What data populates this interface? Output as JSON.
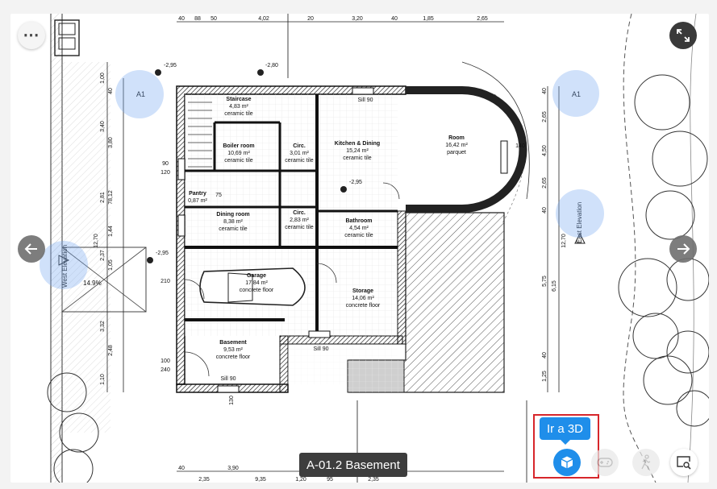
{
  "viewer": {
    "caption": "A-01.2 Basement",
    "tooltip": "Ir a 3D"
  },
  "drawing": {
    "rooms": [
      {
        "name": "Staircase",
        "area": "4,83 m²",
        "finish": "ceramic tile"
      },
      {
        "name": "Boiler room",
        "area": "10,69 m²",
        "finish": "ceramic tile"
      },
      {
        "name": "Circ.",
        "area": "3,01 m²",
        "finish": "ceramic tile"
      },
      {
        "name": "Kitchen & Dining",
        "area": "15,24 m²",
        "finish": "ceramic tile"
      },
      {
        "name": "Room",
        "area": "16,42 m²",
        "finish": "parquet"
      },
      {
        "name": "Pantry",
        "area": "0,87 m²",
        "finish": ""
      },
      {
        "name": "Dining room",
        "area": "8,38 m²",
        "finish": "ceramic tile"
      },
      {
        "name": "Circ.",
        "area": "2,83 m²",
        "finish": "ceramic tile"
      },
      {
        "name": "Bathroom",
        "area": "4,54 m²",
        "finish": "ceramic tile"
      },
      {
        "name": "Garage",
        "area": "17,84 m²",
        "finish": "concrete floor"
      },
      {
        "name": "Storage",
        "area": "14,06 m²",
        "finish": "concrete floor"
      },
      {
        "name": "Basement",
        "area": "9,53 m²",
        "finish": "concrete floor"
      }
    ],
    "labels": {
      "section_a1": "A1",
      "west_elevation": "West Elevation",
      "east_elevation": "East Elevation",
      "slope": "14.9%",
      "sill": "Sill 90",
      "level_295": "-2,95",
      "level_280": "-2,80"
    },
    "top_dims": [
      "40",
      "88",
      "50",
      "4,02",
      "20",
      "3,20",
      "40",
      "1,85",
      "2,65"
    ],
    "bottom_dims": [
      "40",
      "3,90",
      "2,35",
      "9,35",
      "1,20",
      "95",
      "2,35"
    ],
    "left_dims": [
      "1,00",
      "40",
      "3,40",
      "3,80",
      "2,81",
      "78,12",
      "1,44",
      "12,70",
      "2,37",
      "1,05",
      "3,32",
      "2,48",
      "1,10"
    ],
    "right_dims": [
      "40",
      "2,65",
      "4,50",
      "2,65",
      "40",
      "12,70",
      "5,75",
      "6,15",
      "40",
      "1,25"
    ],
    "door_dims": [
      "90",
      "120",
      "210",
      "75",
      "100",
      "240",
      "130",
      "140"
    ]
  },
  "icons": {
    "menu": "more-horizontal-icon",
    "fullscreen": "expand-icon",
    "prev": "arrow-left-icon",
    "next": "arrow-right-icon",
    "view3d": "cube-icon",
    "game": "gamepad-icon",
    "walk": "walking-person-icon",
    "inspect": "zoom-window-icon"
  },
  "colors": {
    "accent": "#1f8eea",
    "highlight": "#d7262b",
    "caption_bg": "#3d3d3d"
  }
}
